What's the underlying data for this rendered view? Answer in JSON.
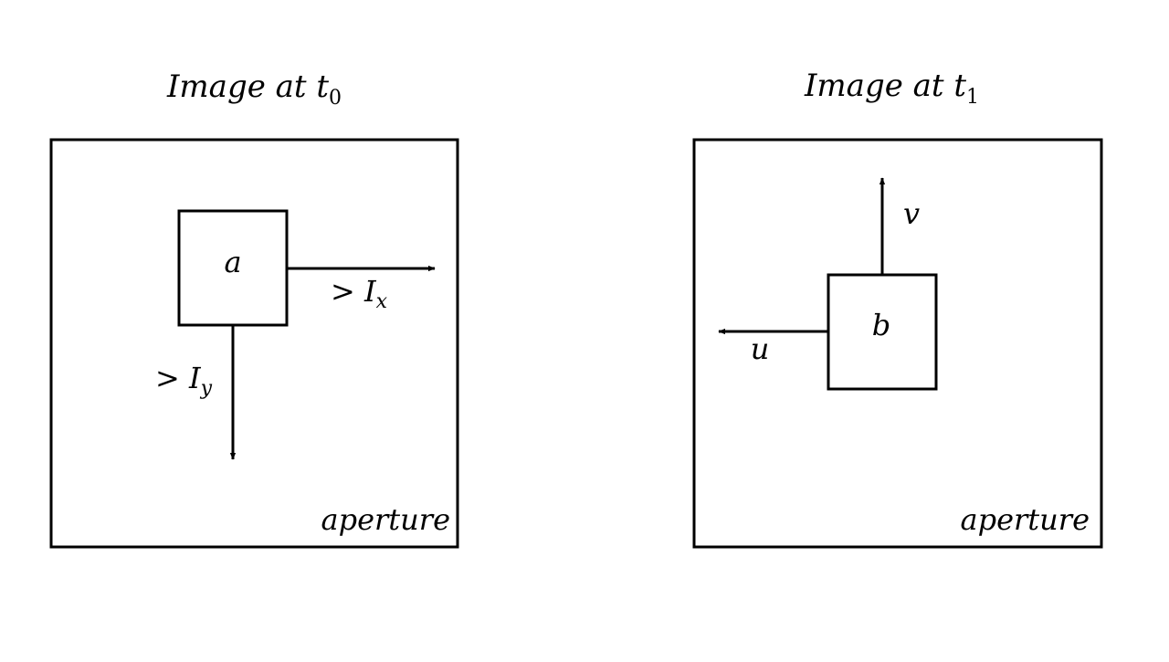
{
  "panels": {
    "left": {
      "title": "Image at t",
      "title_sub": "0",
      "aperture_label": "aperture",
      "box_label": "a",
      "arrow_x_label": "> I",
      "arrow_x_sub": "x",
      "arrow_y_label": "> I",
      "arrow_y_sub": "y"
    },
    "right": {
      "title": "Image at t",
      "title_sub": "1",
      "aperture_label": "aperture",
      "box_label": "b",
      "arrow_u_label": "u",
      "arrow_v_label": "v"
    }
  },
  "colors": {
    "stroke": "#000000",
    "background": "#ffffff"
  }
}
